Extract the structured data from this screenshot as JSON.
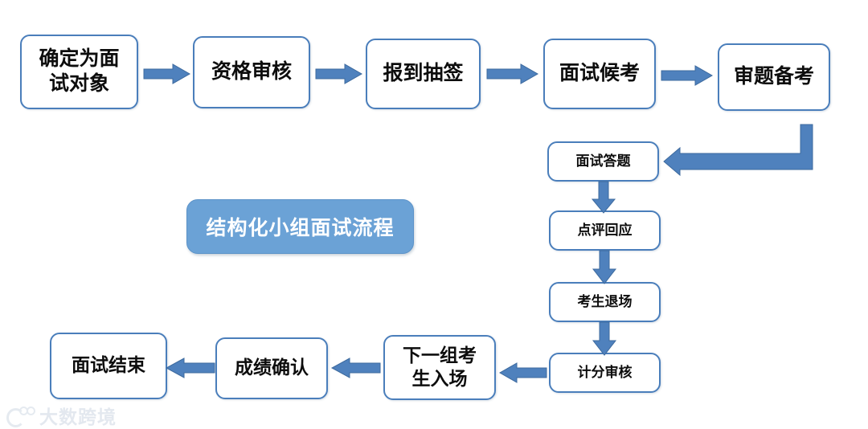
{
  "diagram": {
    "title_banner": {
      "text": "结构化小组面试流程",
      "fill_color": "#6ba2d6",
      "text_color": "#ffffff"
    },
    "style": {
      "node_border_color": "#4a7ebb",
      "node_fill_color": "#ffffff",
      "arrow_color": "#4f81bd",
      "background_color": "#ffffff"
    },
    "nodes": [
      {
        "id": "n1",
        "label": "确定为面\n试对象",
        "size": "lg"
      },
      {
        "id": "n2",
        "label": "资格审核",
        "size": "lg"
      },
      {
        "id": "n3",
        "label": "报到抽签",
        "size": "lg"
      },
      {
        "id": "n4",
        "label": "面试候考",
        "size": "lg"
      },
      {
        "id": "n5",
        "label": "审题备考",
        "size": "lg"
      },
      {
        "id": "n6",
        "label": "面试答题",
        "size": "sm"
      },
      {
        "id": "n7",
        "label": "点评回应",
        "size": "sm"
      },
      {
        "id": "n8",
        "label": "考生退场",
        "size": "sm"
      },
      {
        "id": "n9",
        "label": "计分审核",
        "size": "sm"
      },
      {
        "id": "n10",
        "label": "下一组考\n生入场",
        "size": "md"
      },
      {
        "id": "n11",
        "label": "成绩确认",
        "size": "md"
      },
      {
        "id": "n12",
        "label": "面试结束",
        "size": "md"
      }
    ],
    "edges": [
      {
        "from": "n1",
        "to": "n2",
        "direction": "right"
      },
      {
        "from": "n2",
        "to": "n3",
        "direction": "right"
      },
      {
        "from": "n3",
        "to": "n4",
        "direction": "right"
      },
      {
        "from": "n4",
        "to": "n5",
        "direction": "right"
      },
      {
        "from": "n5",
        "to": "n6",
        "direction": "elbow-down-left"
      },
      {
        "from": "n6",
        "to": "n7",
        "direction": "down"
      },
      {
        "from": "n7",
        "to": "n8",
        "direction": "down"
      },
      {
        "from": "n8",
        "to": "n9",
        "direction": "down"
      },
      {
        "from": "n9",
        "to": "n10",
        "direction": "left"
      },
      {
        "from": "n10",
        "to": "n11",
        "direction": "left"
      },
      {
        "from": "n11",
        "to": "n12",
        "direction": "left"
      }
    ]
  },
  "watermark": {
    "text": "大数跨境"
  }
}
